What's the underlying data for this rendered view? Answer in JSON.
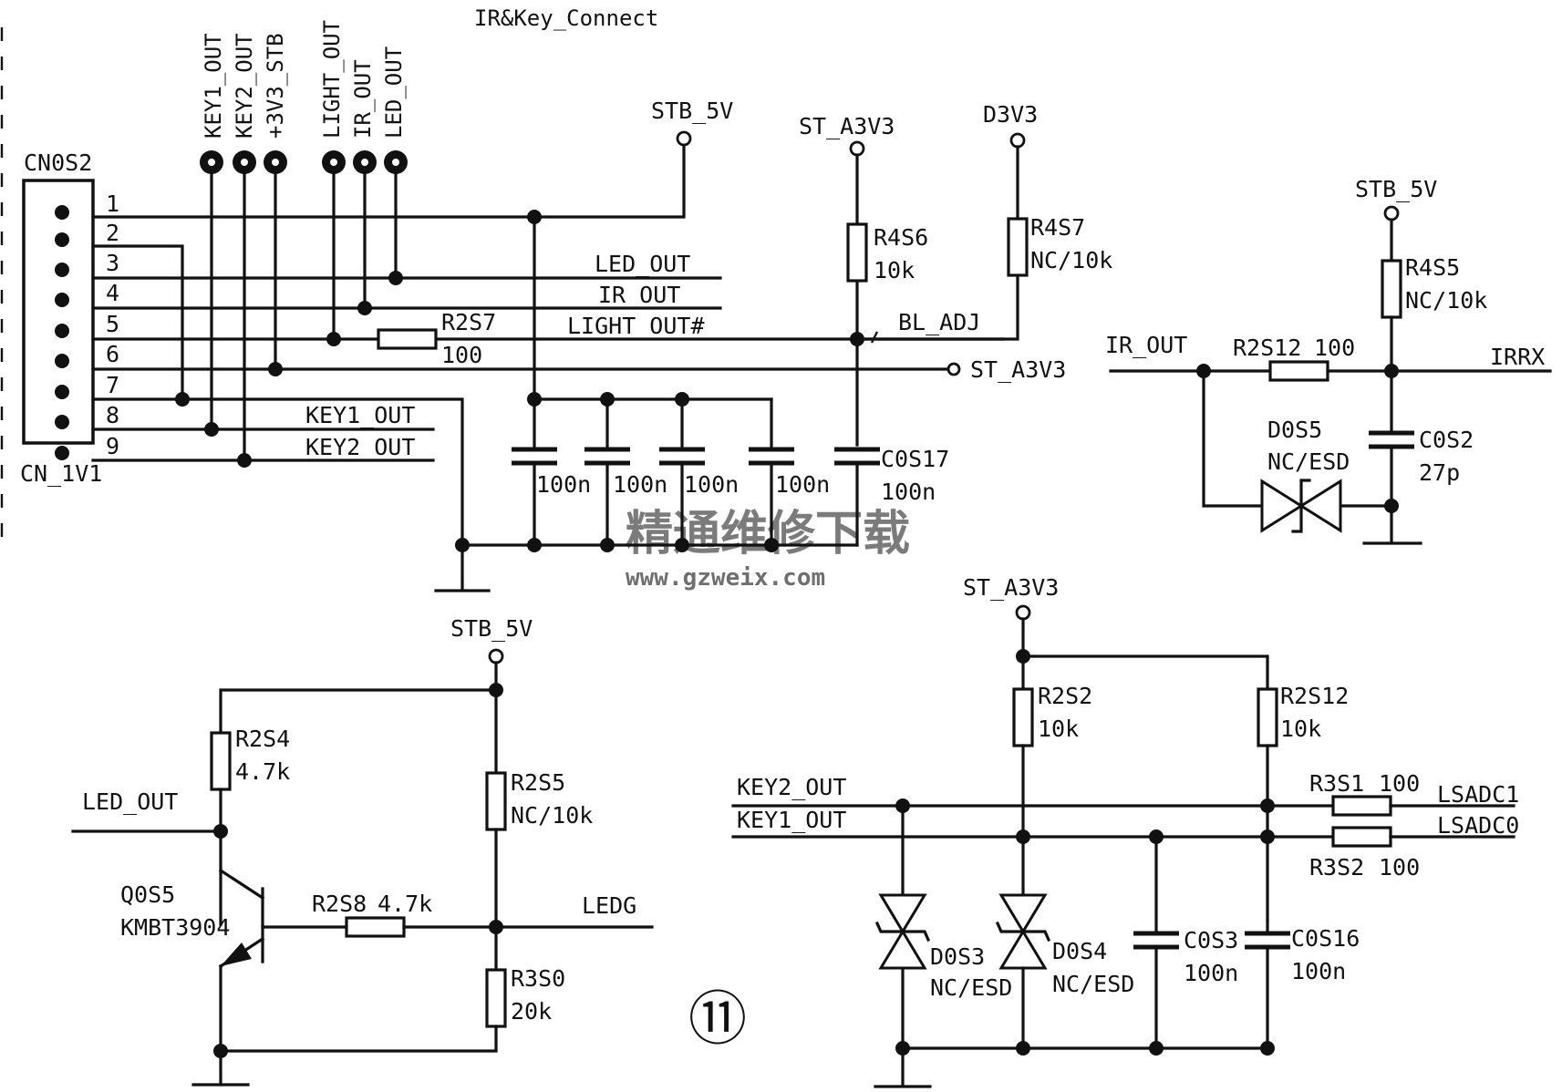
{
  "title": "IR&Key_Connect",
  "connector": {
    "ref": "CN0S2",
    "part": "CN_1V1",
    "pins": [
      "1",
      "2",
      "3",
      "4",
      "5",
      "6",
      "7",
      "8",
      "9"
    ]
  },
  "top_pins": [
    "KEY1_OUT",
    "KEY2_OUT",
    "+3V3_STB",
    "LIGHT_OUT",
    "IR_OUT",
    "LED_OUT"
  ],
  "nets": {
    "stb_5v": "STB_5V",
    "st_a3v3": "ST_A3V3",
    "d3v3": "D3V3",
    "led_out": "LED_OUT",
    "ir_out": "IR_OUT",
    "light_out_n": "LIGHT_OUT#",
    "bl_adj": "BL_ADJ",
    "st_a3v3_port": "ST_A3V3",
    "key1_out": "KEY1_OUT",
    "key2_out": "KEY2_OUT",
    "irrx": "IRRX",
    "ledg": "LEDG",
    "lsadc1": "LSADC1",
    "lsadc0": "LSADC0"
  },
  "components": {
    "r4s6": {
      "ref": "R4S6",
      "value": "10k"
    },
    "r4s7": {
      "ref": "R4S7",
      "value": "NC/10k"
    },
    "r2s7": {
      "ref": "R2S7",
      "value": "100"
    },
    "c_a": {
      "value": "100n"
    },
    "c_b": {
      "value": "100n"
    },
    "c_c": {
      "value": "100n"
    },
    "c_d": {
      "value": "100n"
    },
    "c0s17": {
      "ref": "C0S17",
      "value": "100n"
    },
    "r4s5": {
      "ref": "R4S5",
      "value": "NC/10k"
    },
    "r2s12_ir": {
      "ref": "R2S12",
      "value": "100"
    },
    "d0s5": {
      "ref": "D0S5",
      "value": "NC/ESD"
    },
    "c0s2": {
      "ref": "C0S2",
      "value": "27p"
    },
    "r2s4": {
      "ref": "R2S4",
      "value": "4.7k"
    },
    "r2s5": {
      "ref": "R2S5",
      "value": "NC/10k"
    },
    "q0s5": {
      "ref": "Q0S5",
      "value": "KMBT3904"
    },
    "r2s8": {
      "ref": "R2S8",
      "value": "4.7k"
    },
    "r3s0": {
      "ref": "R3S0",
      "value": "20k"
    },
    "r2s2": {
      "ref": "R2S2",
      "value": "10k"
    },
    "r2s12_key": {
      "ref": "R2S12",
      "value": "10k"
    },
    "r3s1": {
      "ref": "R3S1",
      "value": "100"
    },
    "r3s2": {
      "ref": "R3S2",
      "value": "100"
    },
    "d0s3": {
      "ref": "D0S3",
      "value": "NC/ESD"
    },
    "d0s4": {
      "ref": "D0S4",
      "value": "NC/ESD"
    },
    "c0s3": {
      "ref": "C0S3",
      "value": "100n"
    },
    "c0s16": {
      "ref": "C0S16",
      "value": "100n"
    }
  },
  "figure_number": "⑪",
  "watermark": {
    "line1": "精通维修下载",
    "line2": "www.gzweix.com"
  }
}
